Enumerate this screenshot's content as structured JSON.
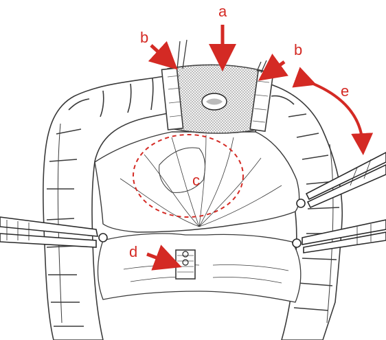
{
  "labels": {
    "a": "a",
    "b_left": "b",
    "b_right": "b",
    "c": "c",
    "d": "d",
    "e": "e"
  },
  "colors": {
    "annotation": "#d42a24",
    "ink": "#3a3a3a",
    "background": "#ffffff"
  }
}
